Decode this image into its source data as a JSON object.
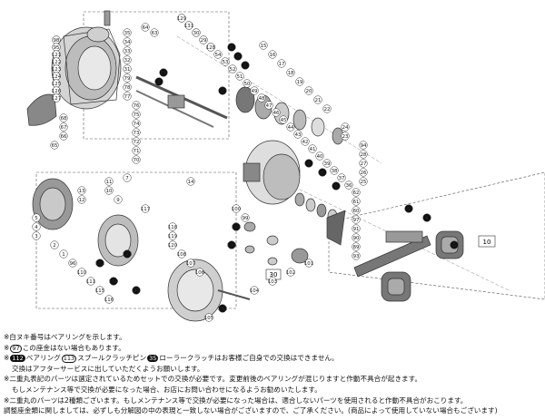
{
  "callouts": {
    "plain": [
      "88",
      "87",
      "86",
      "85",
      "84",
      "83",
      "82",
      "81",
      "80",
      "59",
      "58",
      "57",
      "56",
      "55",
      "54",
      "53",
      "52",
      "51",
      "50",
      "49",
      "48",
      "47",
      "46",
      "45",
      "44",
      "43",
      "42",
      "41",
      "40",
      "39",
      "38",
      "37",
      "36",
      "35",
      "34",
      "33",
      "32",
      "31",
      "79",
      "78",
      "77",
      "76",
      "75",
      "74",
      "73",
      "72",
      "71",
      "70",
      "68",
      "67",
      "66",
      "65",
      "64",
      "63",
      "62",
      "61",
      "60",
      "97",
      "91",
      "90",
      "89",
      "93",
      "94",
      "28",
      "27",
      "26",
      "25",
      "24",
      "23",
      "22",
      "21",
      "20",
      "19",
      "18",
      "17",
      "16",
      "15",
      "14",
      "13",
      "12",
      "11",
      "10",
      "9",
      "7",
      "5",
      "4",
      "3",
      "2",
      "1",
      "96",
      "110",
      "111",
      "115",
      "116",
      "117",
      "118",
      "119",
      "120",
      "108",
      "107",
      "106",
      "105",
      "104",
      "103",
      "102",
      "101",
      "100",
      "99",
      "98",
      "95",
      "121",
      "122",
      "123",
      "124",
      "125",
      "126",
      "127",
      "129",
      "131",
      "30",
      "29",
      "128"
    ],
    "black": [
      "6",
      "6",
      "6",
      "6",
      "6",
      "6",
      "6",
      "6",
      "6",
      "6",
      "6",
      "92",
      "109",
      "112",
      "113",
      "114",
      "130",
      "132",
      "69"
    ]
  },
  "notes": {
    "l1": "※白ヌキ番号はベアリングを示します。",
    "l2_mark": "97",
    "l2": "この座金はない場合もあります。",
    "l3_a": "112",
    "l3_b": "ベアリング",
    "l3_c": "113",
    "l3_d": "スプールクラッチピン",
    "l3_e": "35",
    "l3_f": "ローラークラッチはお客様ご自身での交換はできません。",
    "l4": "交換はアフターサービスに出していただくようお願いします。",
    "l5": "※二重丸表記のパーツは選定されているためセットでの交換が必要です。変更前後のベアリングが混じりますと作動不具合が起きます。",
    "l6": "もしメンテナンス等で交換が必要になった場合、お店にお問い合わせになるようお勧めいたします。",
    "l7": "※二重丸のパーツは2種類ございます。もしメンテナンス等で交換が必要になった場合は、適合しないパーツを使用されると作動不具合がおこります。",
    "l8": "調整座金類に関しましては、必ずしも分解図の中の表現と一致しない場合がございますので、ご了承ください。(商品によって使用していない場合もございます)"
  }
}
